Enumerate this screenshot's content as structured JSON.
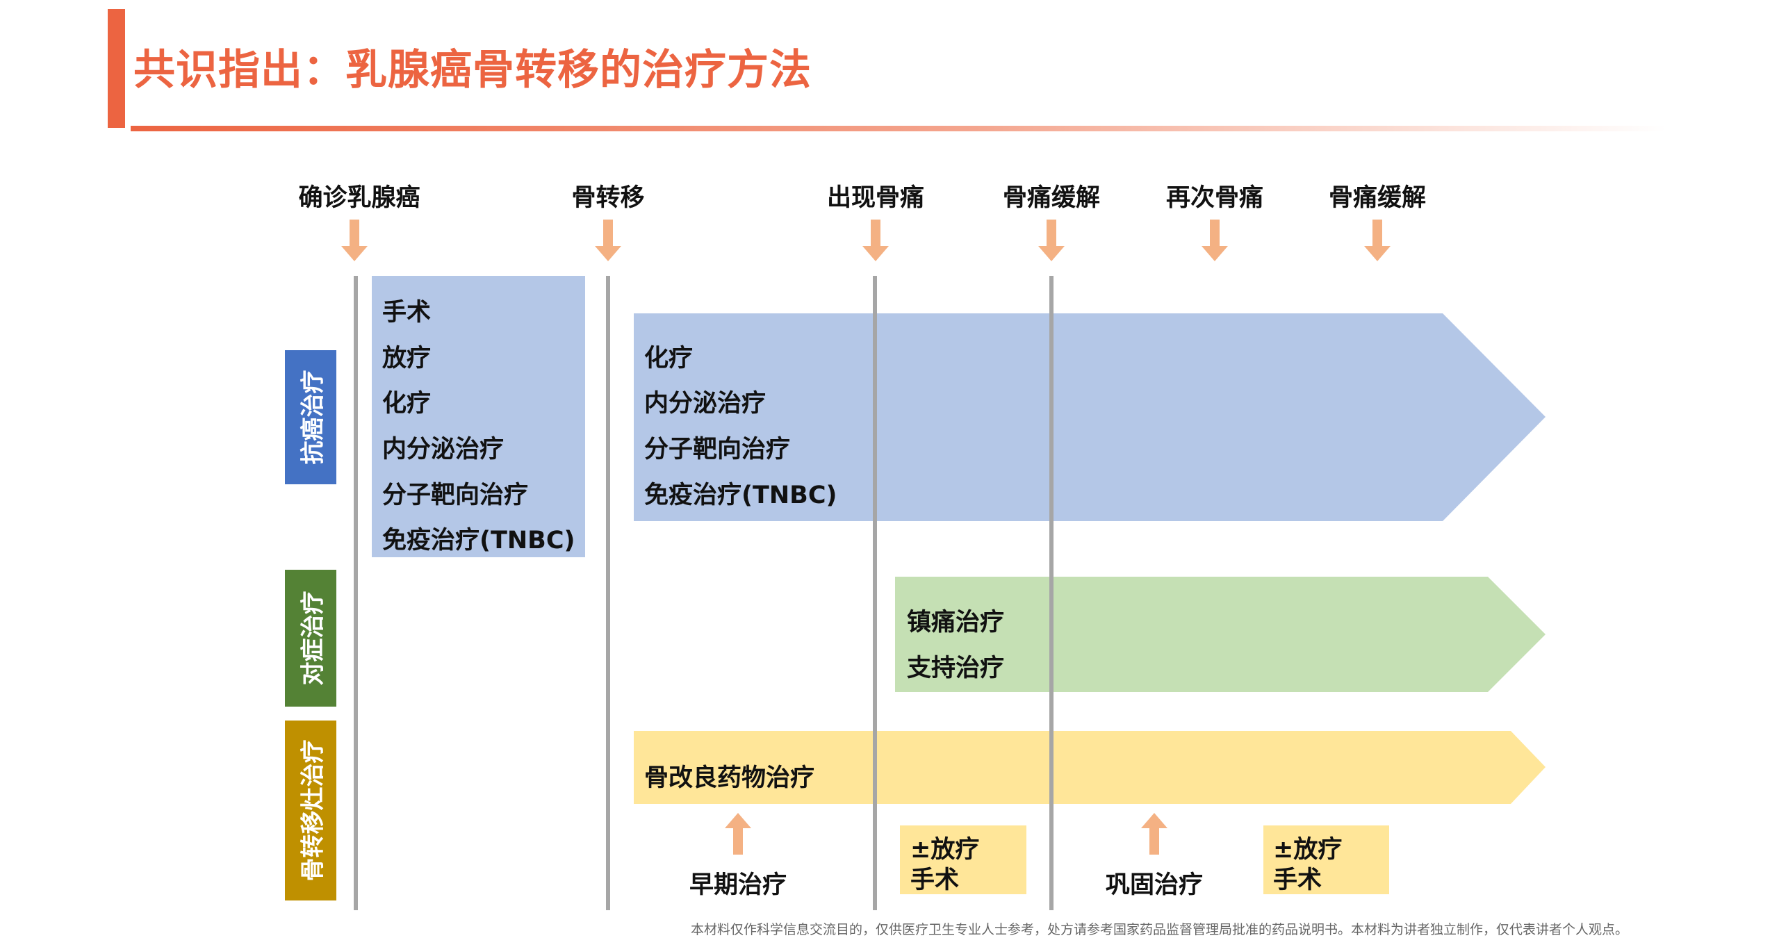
{
  "title": "共识指出：乳腺癌骨转移的治疗方法",
  "stages": [
    "确诊乳腺癌",
    "骨转移",
    "出现骨痛",
    "骨痛缓解",
    "再次骨痛",
    "骨痛缓解"
  ],
  "categories": [
    {
      "label": "抗癌治疗",
      "color": "#4472C4"
    },
    {
      "label": "对症治疗",
      "color": "#548235"
    },
    {
      "label": "骨转移灶治疗",
      "color": "#BF9000"
    }
  ],
  "early_anticancer": [
    "手术",
    "放疗",
    "化疗",
    "内分泌治疗",
    "分子靶向治疗",
    "免疫治疗(TNBC)"
  ],
  "anticancer_arrow": [
    "化疗",
    "内分泌治疗",
    "分子靶向治疗",
    "免疫治疗(TNBC)"
  ],
  "symptomatic_arrow": [
    "镇痛治疗",
    "支持治疗"
  ],
  "bone_arrow": "骨改良药物治疗",
  "bone_notes": [
    {
      "label": "早期治疗"
    },
    {
      "label": "巩固治疗"
    }
  ],
  "local_boxes": [
    {
      "line1": "±放疗",
      "line2": "手术"
    },
    {
      "line1": "±放疗",
      "line2": "手术"
    }
  ],
  "footer": "本材料仅作科学信息交流目的，仅供医疗卫生专业人士参考，处方请参考国家药品监督管理局批准的药品说明书。本材料为讲者独立制作，仅代表讲者个人观点。",
  "colors": {
    "accent": "#EC6441",
    "blue_fill": "#B4C7E7",
    "green_fill": "#C5E0B4",
    "yellow_fill": "#FFE699",
    "arrow": "#F4B183"
  }
}
